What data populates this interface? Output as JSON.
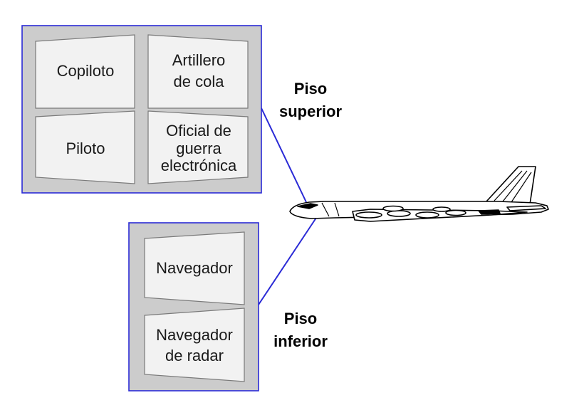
{
  "colors": {
    "panel_fill": "#cccccc",
    "panel_border": "#2a2ad6",
    "seat_fill": "#f2f2f2",
    "seat_border": "#7a7a7a",
    "connector": "#2a2ad6",
    "aircraft_outline": "#000000"
  },
  "upper_deck": {
    "label_lines": [
      "Piso",
      "superior"
    ],
    "seats": [
      {
        "lines": [
          "Copiloto"
        ]
      },
      {
        "lines": [
          "Artillero",
          "de cola"
        ]
      },
      {
        "lines": [
          "Piloto"
        ]
      },
      {
        "lines": [
          "Oficial de",
          "guerra",
          "electrónica"
        ]
      }
    ]
  },
  "lower_deck": {
    "label_lines": [
      "Piso",
      "inferior"
    ],
    "seats": [
      {
        "lines": [
          "Navegador"
        ]
      },
      {
        "lines": [
          "Navegador",
          "de radar"
        ]
      }
    ]
  },
  "aircraft": {
    "icon": "bomber-aircraft-icon"
  }
}
